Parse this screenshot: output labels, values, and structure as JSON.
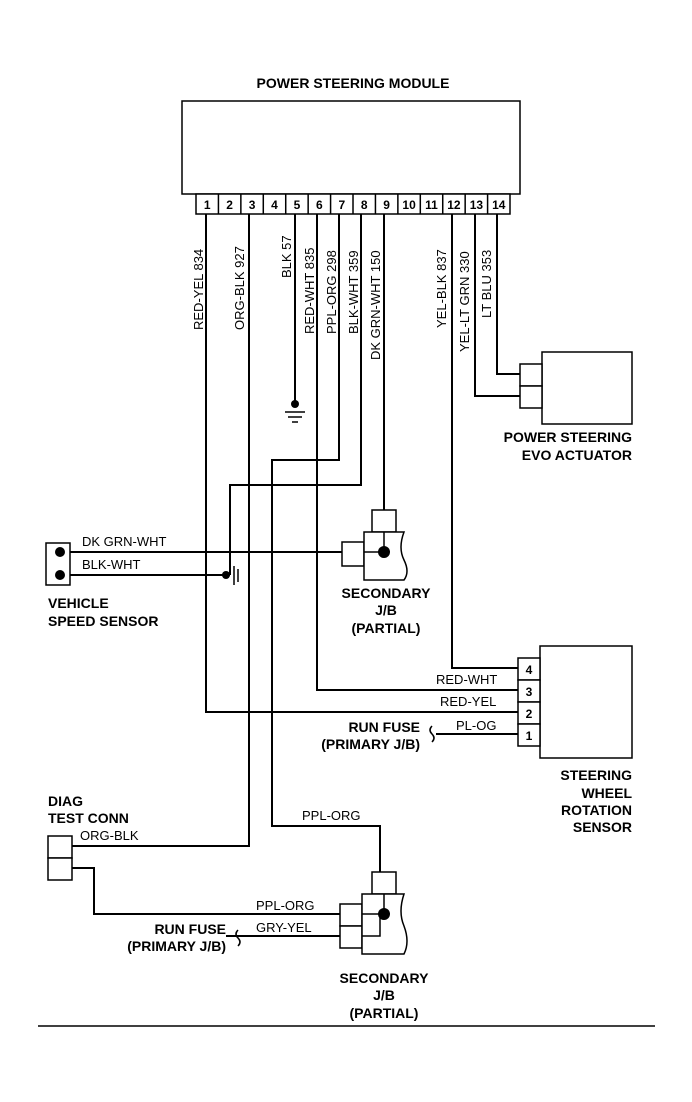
{
  "module": {
    "title": "POWER STEERING MODULE",
    "pins": [
      "1",
      "2",
      "3",
      "4",
      "5",
      "6",
      "7",
      "8",
      "9",
      "10",
      "11",
      "12",
      "13",
      "14"
    ]
  },
  "wire_labels": {
    "pin1": "RED-YEL 834",
    "pin2": "ORG-BLK 927",
    "pin4": "BLK 57",
    "pin5": "RED-WHT 835",
    "pin6": "PPL-ORG 298",
    "pin7": "BLK-WHT 359",
    "pin8": "DK GRN-WHT 150",
    "pin11": "YEL-BLK 837",
    "pin12": "YEL-LT GRN 330",
    "pin13": "LT BLU 353"
  },
  "evo_actuator": {
    "line1": "POWER STEERING",
    "line2": "EVO ACTUATOR"
  },
  "vss": {
    "wire1": "DK GRN-WHT",
    "wire2": "BLK-WHT",
    "line1": "VEHICLE",
    "line2": "SPEED SENSOR"
  },
  "secondary_jb_1": {
    "line1": "SECONDARY",
    "line2": "J/B",
    "line3": "(PARTIAL)"
  },
  "swrs": {
    "pins": [
      "4",
      "3",
      "2",
      "1"
    ],
    "wire4": "RED-WHT",
    "wire3": "RED-YEL",
    "wire1": "PL-OG",
    "fuse_line1": "RUN FUSE",
    "fuse_line2": "(PRIMARY J/B)",
    "line1": "STEERING",
    "line2": "WHEEL",
    "line3": "ROTATION",
    "line4": "SENSOR"
  },
  "diag": {
    "line1": "DIAG",
    "line2": "TEST CONN",
    "wire": "ORG-BLK"
  },
  "secondary_jb_2": {
    "wire_top": "PPL-ORG",
    "wire_a": "PPL-ORG",
    "wire_b": "GRY-YEL",
    "fuse_line1": "RUN FUSE",
    "fuse_line2": "(PRIMARY J/B)",
    "line1": "SECONDARY",
    "line2": "J/B",
    "line3": "(PARTIAL)"
  }
}
